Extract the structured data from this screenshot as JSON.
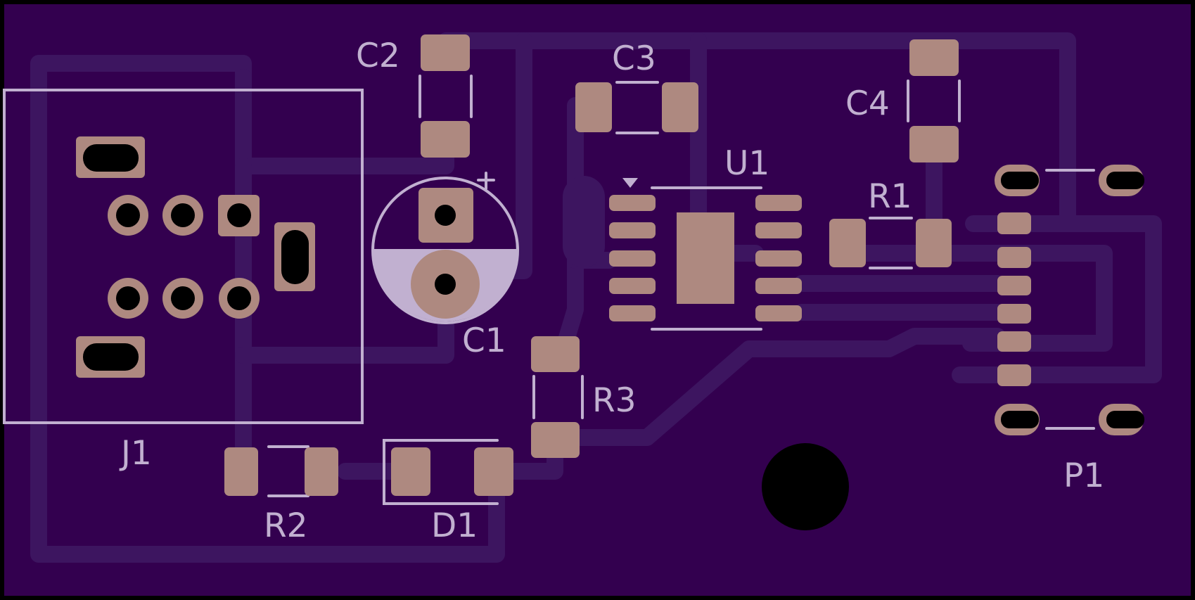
{
  "view": "PCB board render (top layer)",
  "colors": {
    "frame": "#000000",
    "board": "#33004f",
    "trace": "#3d1560",
    "pad": "#ae8980",
    "silkscreen": "#c1b0d0",
    "drill": "#000000"
  },
  "components": {
    "J1": {
      "label": "J1",
      "type": "connector (through-hole)"
    },
    "C1": {
      "label": "C1",
      "type": "electrolytic capacitor",
      "polarity_mark": "+"
    },
    "C2": {
      "label": "C2",
      "type": "SMD capacitor"
    },
    "C3": {
      "label": "C3",
      "type": "SMD capacitor"
    },
    "C4": {
      "label": "C4",
      "type": "SMD capacitor"
    },
    "U1": {
      "label": "U1",
      "type": "IC (10-pin with thermal pad)"
    },
    "R1": {
      "label": "R1",
      "type": "SMD resistor"
    },
    "R2": {
      "label": "R2",
      "type": "SMD resistor"
    },
    "R3": {
      "label": "R3",
      "type": "SMD resistor"
    },
    "D1": {
      "label": "D1",
      "type": "SMD diode"
    },
    "P1": {
      "label": "P1",
      "type": "connector (SMD, 6 pins + 4 mounting)"
    }
  },
  "mounting_hole": {
    "name": "mounting hole"
  }
}
